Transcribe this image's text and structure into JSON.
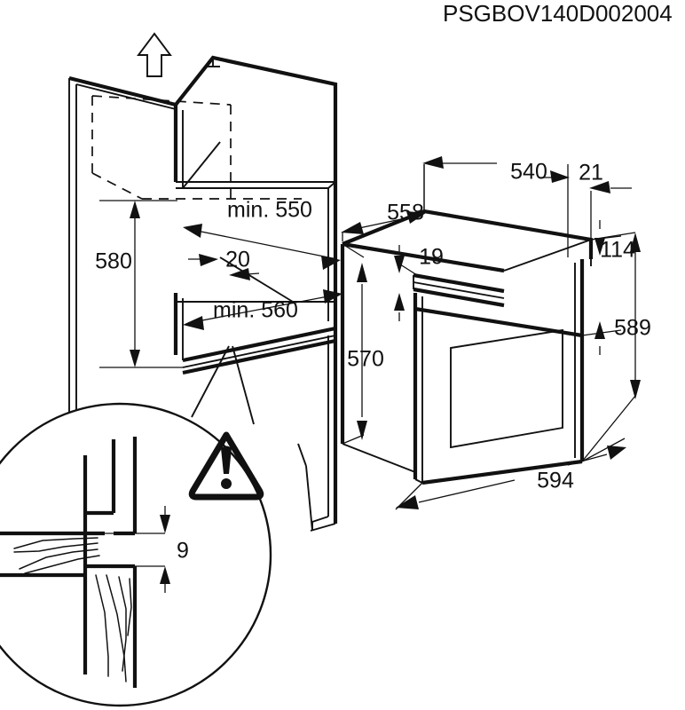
{
  "document": {
    "title": "PSGBOV140D002004",
    "kind": "installation-dimension-drawing",
    "units": "mm"
  },
  "colors": {
    "line": "#111111",
    "background": "#ffffff",
    "fill": "#ffffff"
  },
  "cabinet": {
    "name": "kitchen-cabinet-cutout",
    "airflow_arrow": "up-arrow",
    "dimensions": {
      "height": "580",
      "niche_depth": "min. 550",
      "gap": "20",
      "niche_width": "min. 560"
    }
  },
  "oven": {
    "name": "built-in-oven",
    "dimensions": {
      "body_depth": "558",
      "body_width_top": "540",
      "door_overhang": "21",
      "top_trim": "19",
      "control_panel_height": "114",
      "front_height": "589",
      "body_height": "570",
      "front_width": "594"
    }
  },
  "detail": {
    "name": "worktop-detail-callout",
    "dimension": "9",
    "warning_icon": "warning-triangle-exclamation"
  },
  "chart_data": {
    "type": "table",
    "title": "PSGBOV140D002004",
    "xlabel": "",
    "ylabel": "",
    "categories": [
      "cabinet height",
      "cabinet niche depth",
      "cabinet gap",
      "cabinet niche width",
      "oven body depth",
      "oven body width (top)",
      "door overhang",
      "top trim",
      "control panel height",
      "oven front height",
      "oven body height",
      "oven front width",
      "worktop detail gap"
    ],
    "values": [
      580,
      550,
      20,
      560,
      558,
      540,
      21,
      19,
      114,
      589,
      570,
      594,
      9
    ],
    "labels": [
      "580",
      "min. 550",
      "20",
      "min. 560",
      "558",
      "540",
      "21",
      "19",
      "114",
      "589",
      "570",
      "594",
      "9"
    ],
    "units": "mm"
  }
}
